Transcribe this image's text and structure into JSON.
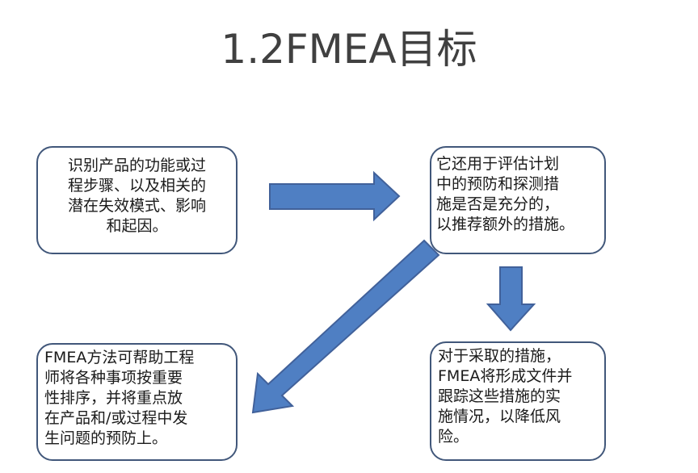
{
  "title": "1.2FMEA目标",
  "boxes": {
    "top_left": {
      "lines": [
        "识别产品的功能或过",
        "程步骤、以及相关的",
        "潜在失效模式、影响",
        "和起因。"
      ]
    },
    "top_right": {
      "lines": [
        "它还用于评估计划",
        "中的预防和探测措",
        "施是否是充分的，",
        "以推荐额外的措施。"
      ]
    },
    "bottom_left": {
      "lines": [
        "FMEA方法可帮助工程",
        "师将各种事项按重要",
        "性排序，并将重点放",
        "在产品和/或过程中发",
        "生问题的预防上。"
      ]
    },
    "bottom_right": {
      "lines": [
        "对于采取的措施，",
        "FMEA将形成文件并",
        "跟踪这些措施的实",
        "施情况，以降低风",
        "险。"
      ]
    }
  },
  "colors": {
    "arrow_fill": "#4f7fc3",
    "arrow_stroke": "#41619a",
    "box_border": "#41577a",
    "title_text": "#404040"
  }
}
